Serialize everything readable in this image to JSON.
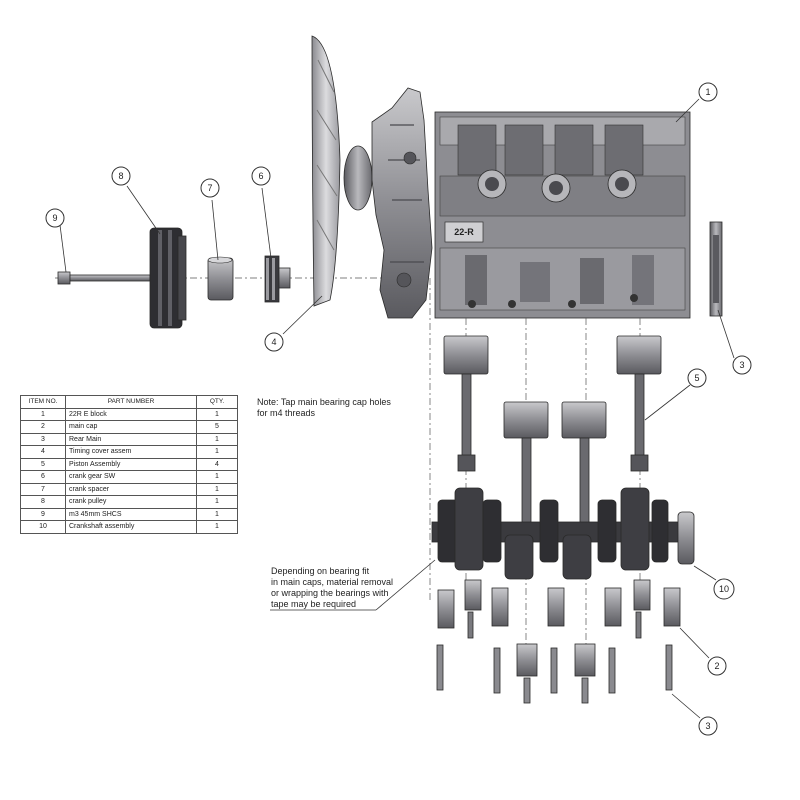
{
  "bom": {
    "headers": [
      "ITEM NO.",
      "PART NUMBER",
      "QTY."
    ],
    "rows": [
      {
        "item": "1",
        "part": "22R E block",
        "qty": "1"
      },
      {
        "item": "2",
        "part": "main cap",
        "qty": "5"
      },
      {
        "item": "3",
        "part": "Rear Main",
        "qty": "1"
      },
      {
        "item": "4",
        "part": "Timing cover assem",
        "qty": "1"
      },
      {
        "item": "5",
        "part": "Piston Assembly",
        "qty": "4"
      },
      {
        "item": "6",
        "part": "crank gear SW",
        "qty": "1"
      },
      {
        "item": "7",
        "part": "crank spacer",
        "qty": "1"
      },
      {
        "item": "8",
        "part": "crank pulley",
        "qty": "1"
      },
      {
        "item": "9",
        "part": "m3 45mm SHCS",
        "qty": "1"
      },
      {
        "item": "10",
        "part": "Crankshaft assembly",
        "qty": "1"
      }
    ]
  },
  "notes": {
    "tap_note": [
      "Note: Tap main bearing cap holes",
      "for m4 threads"
    ],
    "bearing_note": [
      "Depending on bearing fit",
      "in main caps, material removal",
      "or wrapping the bearings with",
      "tape may be required"
    ]
  },
  "block_label": "22-R",
  "callouts": {
    "block": "1",
    "rear_main_top": "3",
    "timing_cover": "4",
    "crank_gear": "6",
    "crank_spacer": "7",
    "crank_pulley": "8",
    "bolt": "9",
    "piston": "5",
    "crankshaft": "10",
    "main_cap": "2",
    "rear_main_bottom": "3"
  }
}
